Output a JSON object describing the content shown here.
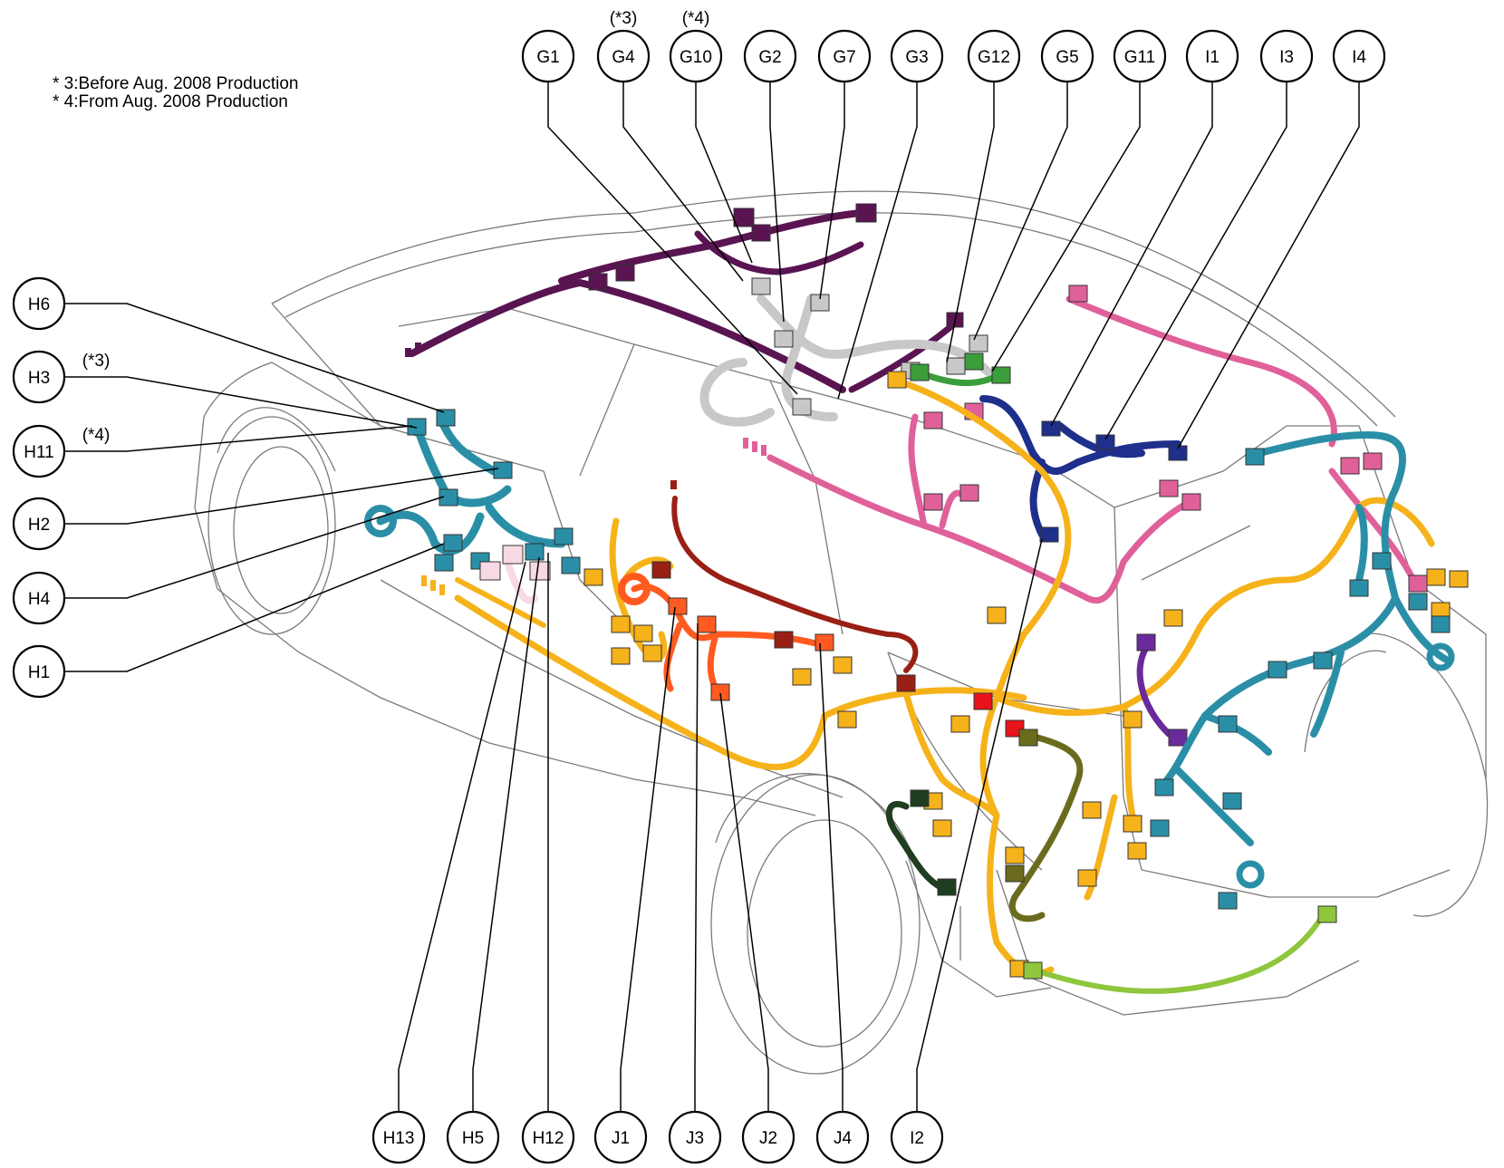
{
  "notes": [
    "* 3:Before Aug. 2008 Production",
    "* 4:From Aug. 2008 Production"
  ],
  "colors": {
    "purple_dark": "#5a1452",
    "teal": "#2a8fa6",
    "pink": "#e0609a",
    "blue": "#1e2f8c",
    "green": "#3b9e3b",
    "gray": "#c8c8c8",
    "orange": "#ff5a1f",
    "dark_red": "#9a1f14",
    "yellow": "#f6b21a",
    "olive": "#6b6b1e",
    "dark_green": "#1f3d1f",
    "lime": "#8fc63c",
    "violet": "#6a2a9a",
    "light_pink": "#f7d9e6",
    "red": "#e8131b"
  },
  "callouts": {
    "G1": "G1",
    "G4": "G4",
    "G10": "G10",
    "G2": "G2",
    "G7": "G7",
    "G3": "G3",
    "G12": "G12",
    "G5": "G5",
    "G11": "G11",
    "I1": "I1",
    "I3": "I3",
    "I4": "I4",
    "H6": "H6",
    "H3": "H3",
    "H11": "H11",
    "H2": "H2",
    "H4": "H4",
    "H1": "H1",
    "H13": "H13",
    "H5": "H5",
    "H12": "H12",
    "J1": "J1",
    "J3": "J3",
    "J2": "J2",
    "J4": "J4",
    "I2": "I2"
  },
  "tags": {
    "g4_tag": "(*3)",
    "g10_tag": "(*4)",
    "h3_tag": "(*3)",
    "h11_tag": "(*4)"
  }
}
